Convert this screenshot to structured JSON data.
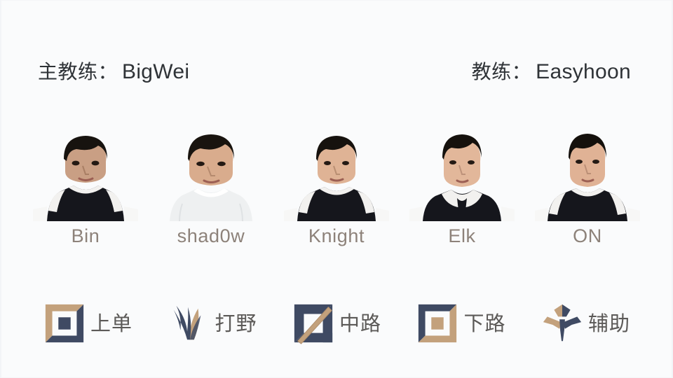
{
  "background": {
    "page_color": "#fafbfc",
    "accent_tan": "#c3a17c",
    "accent_navy": "#3f4a63",
    "name_text_color": "#8d827a",
    "header_text_color": "#2f3337"
  },
  "header": {
    "head_coach": {
      "label": "主教练：",
      "name": "BigWei"
    },
    "coach": {
      "label": "教练：",
      "name": "Easyhoon"
    }
  },
  "roster": {
    "players": [
      {
        "name": "Bin",
        "jersey": "dark",
        "portrait_alt": "player-portrait-bin"
      },
      {
        "name": "shad0w",
        "jersey": "light",
        "portrait_alt": "player-portrait-shad0w"
      },
      {
        "name": "Knight",
        "jersey": "dark",
        "portrait_alt": "player-portrait-knight"
      },
      {
        "name": "Elk",
        "jersey": "dark",
        "portrait_alt": "player-portrait-elk"
      },
      {
        "name": "ON",
        "jersey": "dark",
        "portrait_alt": "player-portrait-on"
      }
    ]
  },
  "roles": {
    "items": [
      {
        "label": "上单",
        "icon": "top-lane-icon"
      },
      {
        "label": "打野",
        "icon": "jungle-icon"
      },
      {
        "label": "中路",
        "icon": "mid-lane-icon"
      },
      {
        "label": "下路",
        "icon": "bot-lane-icon"
      },
      {
        "label": "辅助",
        "icon": "support-icon"
      }
    ]
  }
}
